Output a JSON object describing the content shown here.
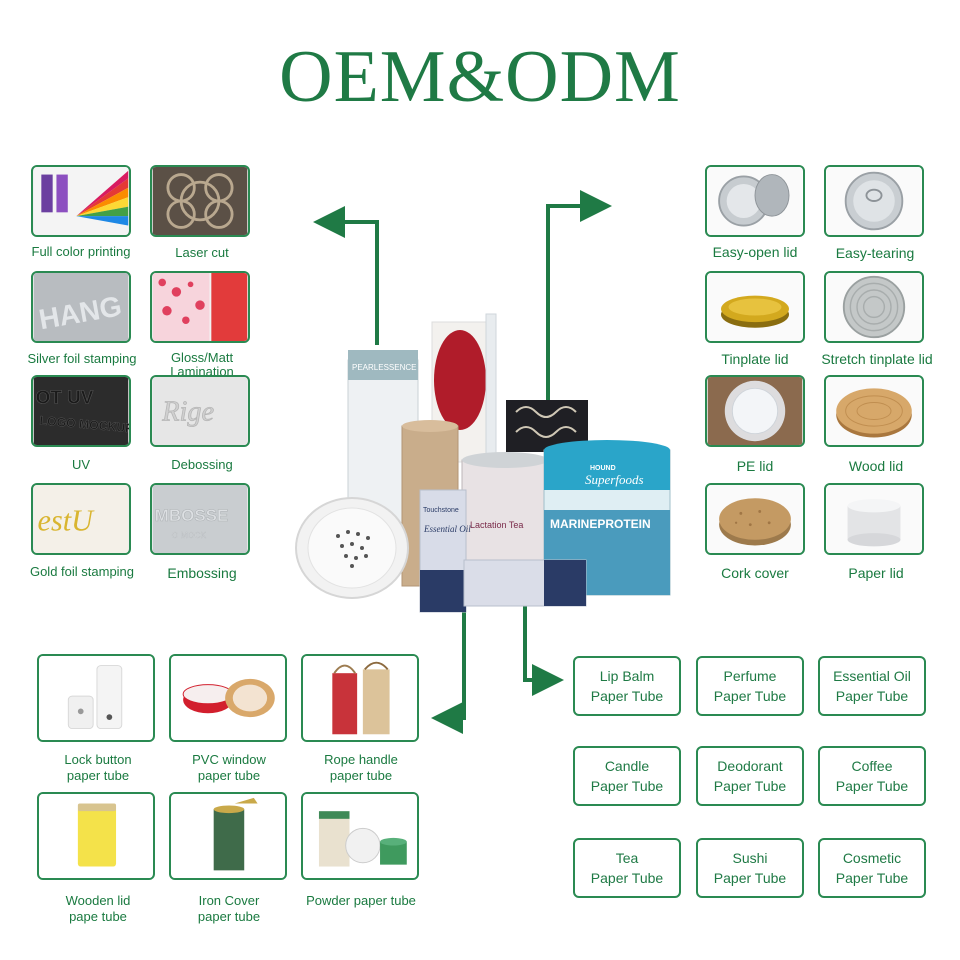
{
  "title": "OEM&ODM",
  "left_features": [
    {
      "label": "Full color printing"
    },
    {
      "label": "Laser cut"
    },
    {
      "label": "Silver foil stamping"
    },
    {
      "label": "Gloss/Matt\nLamination"
    },
    {
      "label": "UV"
    },
    {
      "label": "Debossing"
    },
    {
      "label": "Gold foil stamping"
    },
    {
      "label": "Embossing"
    }
  ],
  "right_lids": [
    {
      "label": "Easy-open lid"
    },
    {
      "label": "Easy-tearing"
    },
    {
      "label": "Tinplate lid"
    },
    {
      "label": "Stretch tinplate lid"
    },
    {
      "label": "PE lid"
    },
    {
      "label": "Wood lid"
    },
    {
      "label": "Cork cover"
    },
    {
      "label": "Paper lid"
    }
  ],
  "tube_types": [
    {
      "line1": "Lock button",
      "line2": "paper tube"
    },
    {
      "line1": "PVC window",
      "line2": "paper tube"
    },
    {
      "line1": "Rope handle",
      "line2": "paper tube"
    },
    {
      "line1": "Wooden lid",
      "line2": "pape tube"
    },
    {
      "line1": "Iron Cover",
      "line2": "paper tube"
    },
    {
      "line1": "Powder paper tube",
      "line2": ""
    }
  ],
  "applications": [
    {
      "line1": "Lip Balm",
      "line2": "Paper Tube"
    },
    {
      "line1": "Perfume",
      "line2": "Paper Tube"
    },
    {
      "line1": "Essential Oil",
      "line2": "Paper Tube"
    },
    {
      "line1": "Candle",
      "line2": "Paper Tube"
    },
    {
      "line1": "Deodorant",
      "line2": "Paper Tube"
    },
    {
      "line1": "Coffee",
      "line2": "Paper Tube"
    },
    {
      "line1": "Tea",
      "line2": "Paper Tube"
    },
    {
      "line1": "Sushi",
      "line2": "Paper Tube"
    },
    {
      "line1": "Cosmetic",
      "line2": "Paper Tube"
    }
  ],
  "product_texts": {
    "pearlessence": "PEARLESSENCE",
    "lactation": "Lactation Tea",
    "touchstone": "Touchstone",
    "essential": "Essential Oil",
    "hound": "HOUND",
    "superfoods": "Superfoods",
    "marine": "MARINEPROTEIN"
  },
  "colors": {
    "accent": "#1f7a45",
    "border": "#2a8a52"
  }
}
